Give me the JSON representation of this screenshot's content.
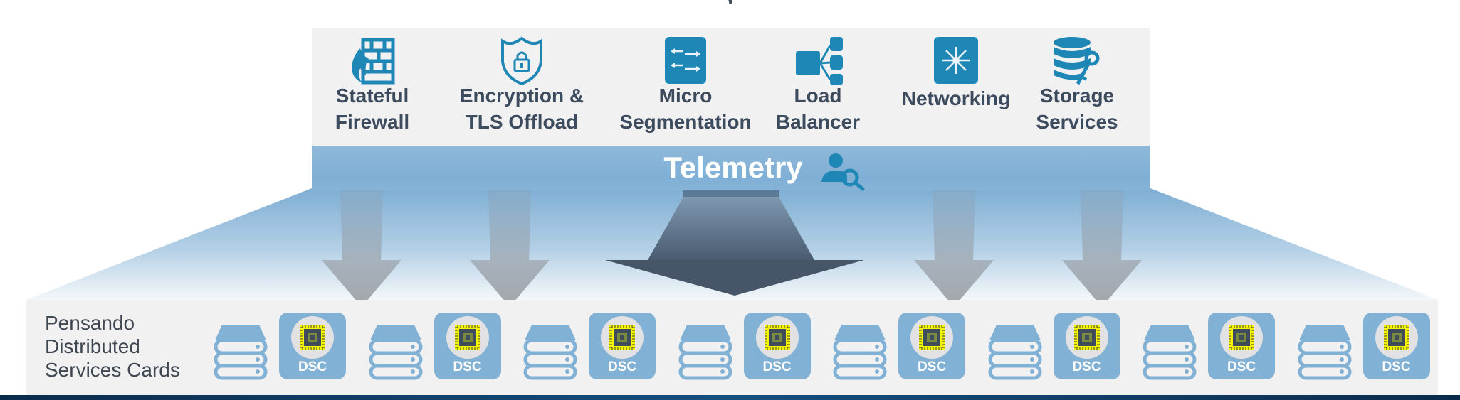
{
  "top_glyph": "⋎",
  "services": [
    {
      "id": "stateful-firewall",
      "icon": "firewall-icon",
      "lines": [
        "Stateful",
        "Firewall"
      ]
    },
    {
      "id": "encryption-tls-offload",
      "icon": "shield-lock-icon",
      "lines": [
        "Encryption &",
        "TLS Offload"
      ]
    },
    {
      "id": "micro-segmentation",
      "icon": "segmentation-arrows-icon",
      "lines": [
        "Micro",
        "Segmentation"
      ]
    },
    {
      "id": "load-balancer",
      "icon": "load-balancer-icon",
      "lines": [
        "Load",
        "Balancer"
      ]
    },
    {
      "id": "networking",
      "icon": "network-switch-icon",
      "lines": [
        "Networking"
      ]
    },
    {
      "id": "storage-services",
      "icon": "database-key-icon",
      "lines": [
        "Storage",
        "Services"
      ]
    }
  ],
  "telemetry": {
    "label": "Telemetry",
    "icon": "user-search-icon"
  },
  "cards": {
    "title_lines": [
      "Pensando",
      "Distributed",
      "Services Cards"
    ],
    "pairs": 8,
    "dsc_label": "DSC",
    "server_icon": "server-stack-icon",
    "chip_icon": "chip-icon"
  },
  "colors": {
    "icon_blue": "#1f87b5",
    "text_dark": "#3d4b5e",
    "band_blue": "#82b1d6",
    "panel_gray": "#f1f1f2",
    "chip_yellow": "#f5f500",
    "arrow_dark": "#465568",
    "arrow_gray": "#a9adb2"
  }
}
